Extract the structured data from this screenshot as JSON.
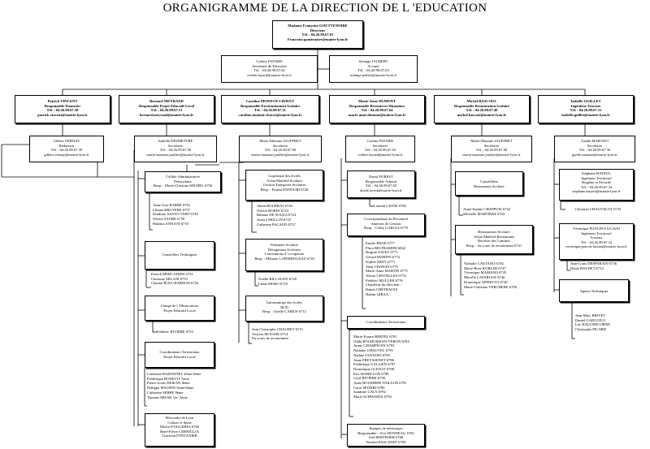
{
  "title": "ORGANIGRAMME DE LA DIRECTION DE L 'EDUCATION",
  "director": [
    "Madame Françoise GOUTTENOIRE",
    "Directeur",
    "Tél. : 04.26.99.67.01",
    "Francoise.gouttenoire@mairie-lyon.fr"
  ],
  "assistant_left": [
    "Colette FAYARD",
    "Secrétaire de Direction",
    "Tél. : 04.26.99.67.02",
    "colette.fayard@mairie-lyon.fr"
  ],
  "assistant_right": [
    "Solange JAUBERT",
    "Accueil",
    "Tél. : 04.26.99.67.03",
    "solange.jaubert@mairie-lyon.fr"
  ],
  "heads": [
    [
      "Patrick VINCENT",
      "Responsable Financier",
      "Tél. : 04.26.99.67.38",
      "patrick.vincent@mairie-lyon.fr"
    ],
    [
      "Bernard MEYRAND",
      "Responsable Projet Educatif Local",
      "Tél. : 04.26.99.67.51",
      "bernard.meyrand@mairie-lyon.fr"
    ],
    [
      "Caroline MONNOT-CHAVET",
      "Responsable Environnement Scolaire",
      "Tél. : 04.26.99.67.11",
      "caroline.monnot-chavet@mairie-lyon.fr"
    ],
    [
      "Marie-Anne DUMONT",
      "Responsable Ressources Humaines",
      "Tél. : 04.26.99.67.64",
      "marie-anne.dumont@mairie-lyon.fr"
    ],
    [
      "Michel BASCOUL",
      "Responsable Restauration Scolaire",
      "Tél. : 04.26.99.67.40",
      "michel.bascoul@mairie-lyon.fr"
    ],
    [
      "Isabelle GUILLET",
      "Ingénieur Travaux",
      "Tél. : 04.26.99.67.31",
      "isabelle.guillet@mairie-lyon.fr"
    ]
  ],
  "secretaries": [
    [
      "Gilbert VERNAY",
      "Rédacteur",
      "Tél. : 04.26.99.67.39",
      "gilbert.vernay@mairie-lyon.fr"
    ],
    [
      "Isabelle DESMETTRE",
      "Secrétaire",
      "Tél. : 04.26.99.67.50",
      "marie-maxime.jauffret@mairie-lyon.fr"
    ],
    [
      "Marie-Maxime JAUFFRET",
      "Secrétaire",
      "Tél. : 04.26.99.67.90",
      "marie-maxime.jauffret@mairie-lyon.fr"
    ],
    [
      "Colette FAYARD",
      "Secrétaire",
      "Tél. : 04.26.99.67.02",
      "colette.fayard@mairie-lyon.fr"
    ],
    [
      "Marie-Maxime JAUFFRET",
      "Secrétaire",
      "Tél. : 04.26.99.67.90",
      "marie-maxime.jauffret@mairie-lyon.fr"
    ],
    [
      "Gaëlle MARANO",
      "Secrétaire",
      "Tél. : 04.26.99.67.30",
      "gaelle.marano@mairie-lyon.fr"
    ]
  ],
  "col2": {
    "cellule": [
      "Cellule Administrative",
      "Périscolaire",
      "Resp. : Marie-Christine MICHEL 6756"
    ],
    "cellule_list": [
      "Anne-Lise BARBE 6761",
      "Liliane BRUYERE 6757",
      "Sandrine SANTO VERT 6749",
      "Olivier FAURE 6750",
      "Hakima ANNANI 6710"
    ],
    "conseillers": [
      "Conseillers Techniques"
    ],
    "conseillers_list": [
      "Patrick MERCADIER 6752",
      "Christine MILANI 6753",
      "Chantal BOUCHARDON 6754"
    ],
    "charge": [
      "Chargé de l 'Observatoire",
      "Projet Educatif Local"
    ],
    "charge_list": [
      "Frédéric RIVIERE 6755"
    ],
    "coord": [
      "Coordinateurs Territoriaux",
      "Projet Educatif Local"
    ],
    "coord_list": [
      "Catherine BADONNEL 2ème/3ème",
      "Frédérique BONETTI 7ème",
      "Pierre-Louis DEJEAN 8ème",
      "Philippe MAURIN 5ème/6ème",
      "Catherine SERRE 9ème",
      "Thomas SPAAK 1er/ 4ème"
    ],
    "mercredis": [
      "Mercredis de Lyon",
      "Culture et Sport",
      "Michel FOUGERES 6760",
      "René-Pierre CERNIGLIA",
      "Christian FONTANIER"
    ]
  },
  "col3": {
    "logistique": [
      "Logistique des écoles",
      "Achat Matériel Scolaire",
      "Gestion Transports Scolaires",
      "Resp. : Fouzia ENNOURI 6728"
    ],
    "logistique_list": [
      "Julien BOURRAT 6726",
      "Olivier BOBIN 6723",
      "Bibiane DE SOUZA 6724",
      "Jessica MOLLIN 6725",
      "Catherine PACAUD 6727"
    ],
    "perimetre": [
      "Périmètre Scolaire",
      "Dérogations Scolaires",
      "Conventions d 'occupation",
      "Resp. : Mélanie LAPERROUSAZ 6718"
    ],
    "perimetre_list": [
      "Noëlle BILLAUDY 6720",
      "Linda MORO 6719"
    ],
    "info": [
      "Informatique des écoles",
      "BCD",
      "Resp. : Axelle CAMUS 6712"
    ],
    "info_list": [
      "Jean Christophe CHAUDET 6715",
      "Vincent MOUSSE 6714",
      "En cours de recrutement"
    ]
  },
  "col4": {
    "david": [
      "David FOREST",
      "Responsable Adjoint",
      "Tél. : 04.26.99.67.65",
      "david.forest@mairie-lyon.fr"
    ],
    "laurent": "Laurent CIONE 6766",
    "corresp": [
      "Correspondants du Personnel",
      "Annexes de Gestion",
      "Resp. : Cathy GARCIA 6778"
    ],
    "corresp_list": [
      "Emilie BENE 6777",
      "Flora BELTRAMINI 6842",
      "Brigitte SAVEL 6771",
      "Gérard MARTIN 6772",
      "Sophie NEST 6773",
      "Tahir CHAWKI 6779",
      "Marie-Anne MARTIN 6775",
      "Alexia CENTELLES 6774",
      "Frédéric MULLER 6776",
      "Chauffeur du directeur :",
      "Rakeb CHETRAOUI",
      "Hakim QIBAA"
    ],
    "coord": [
      "Coordinateurs Territoriaux"
    ],
    "coord_list": [
      "Marie-France BERTEL 6781",
      "Odile BOGHOSSIAN-VERON 6784",
      "Annie CHAMPIGNY 6783",
      "Nathalie CHAUVEL 6795",
      "Nadine JANTZEN 6785",
      "Anne FREYSSENET 6786",
      "Frédérique GALLIEN 6787",
      "Dominique GLENAT 6788",
      "Eric MABILLON 6789",
      "Cyril RIVIERE 6790",
      "Anne ROUSHIER-TAILLON 6791",
      "Carol SPITERI 6780",
      "Sandrine GALY 6792",
      "Marie SCHWARTZ 6793"
    ],
    "equipes": [
      "Equipes de nettoyages",
      "Responsable. : Eric BONNEAU 6782",
      "Joël BERTINIER 6768",
      "Norbert PASCANET 6769"
    ]
  },
  "col5": {
    "conseillere": [
      "Conseillères",
      "Restaurants Scolaire"
    ],
    "conseillere_list": [
      "Anne-Sophie CHAPPUIS 6742",
      "Michelle MARTINEZ 6743"
    ],
    "resto": [
      "Restauration Scolaire",
      "Achat Matériel Restaurants",
      "Recettes des Cantines",
      "Resp. : en cours de recrutement 6741"
    ],
    "resto_list": [
      "Nathalie CAETANO 6744",
      "Marie-Rose KOBLER 6747",
      "Véronique MAMANO 6745",
      "Mireille LAFARGUE 6746",
      "Dominique APPIETTO 6748",
      "Marie-Christine VERCHERE 6706"
    ]
  },
  "col6": {
    "stephane": [
      "Stéphane BAYEUL",
      "Ingénieur Territorial",
      "Hygiène et Sécurité",
      "Tél. : 04.26.99.67.34",
      "stephane.bayeul@mairie-lyon.fr"
    ],
    "christian": "Christian CHAUVELOT 6735",
    "veronique": [
      "Véronique PONCIN-LUCIANI",
      "Ingénieur Territorial",
      "Travaux",
      "Tél. : 04.26.99.67.32",
      "veronique.poncin-luciani@mairie-lyon.fr"
    ],
    "veronique_list": [
      "Jean-Louis DESPARAIN 6736",
      "Denis BAUDET 6733"
    ],
    "agents": [
      "Agents Techniques"
    ],
    "agents_list": [
      "Jean-Marc BRIVET",
      "Daniel GARGUILO",
      "Luc HAUCHECORNE",
      "Christophe PICARD"
    ]
  }
}
